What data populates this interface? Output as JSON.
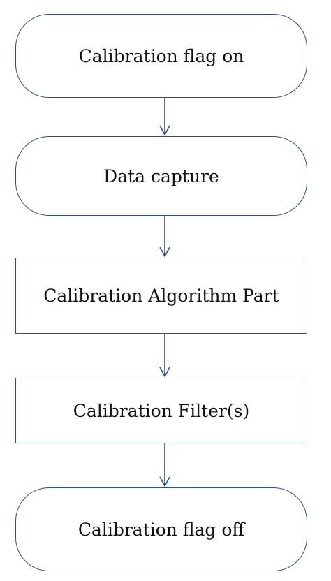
{
  "diagram": {
    "type": "flowchart",
    "direction": "top-to-bottom",
    "colors": {
      "border": "#2f4f7a",
      "arrow": "#2f4f7a",
      "text": "#111111",
      "background": "#ffffff"
    },
    "nodes": [
      {
        "id": "n1",
        "shape": "terminal",
        "label": "Calibration flag on"
      },
      {
        "id": "n2",
        "shape": "terminal",
        "label": "Data capture"
      },
      {
        "id": "n3",
        "shape": "process",
        "label": "Calibration Algorithm Part"
      },
      {
        "id": "n4",
        "shape": "process",
        "label": "Calibration Filter(s)"
      },
      {
        "id": "n5",
        "shape": "terminal",
        "label": "Calibration flag off"
      }
    ],
    "edges": [
      {
        "from": "n1",
        "to": "n2"
      },
      {
        "from": "n2",
        "to": "n3"
      },
      {
        "from": "n3",
        "to": "n4"
      },
      {
        "from": "n4",
        "to": "n5"
      }
    ]
  }
}
